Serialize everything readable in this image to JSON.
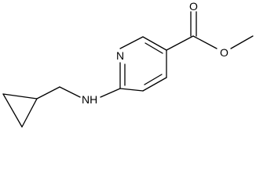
{
  "molecule": {
    "atom_labels": {
      "ring_nitrogen": "N",
      "amine": "NH",
      "carbonyl_oxygen": "O",
      "ester_oxygen": "O"
    }
  }
}
